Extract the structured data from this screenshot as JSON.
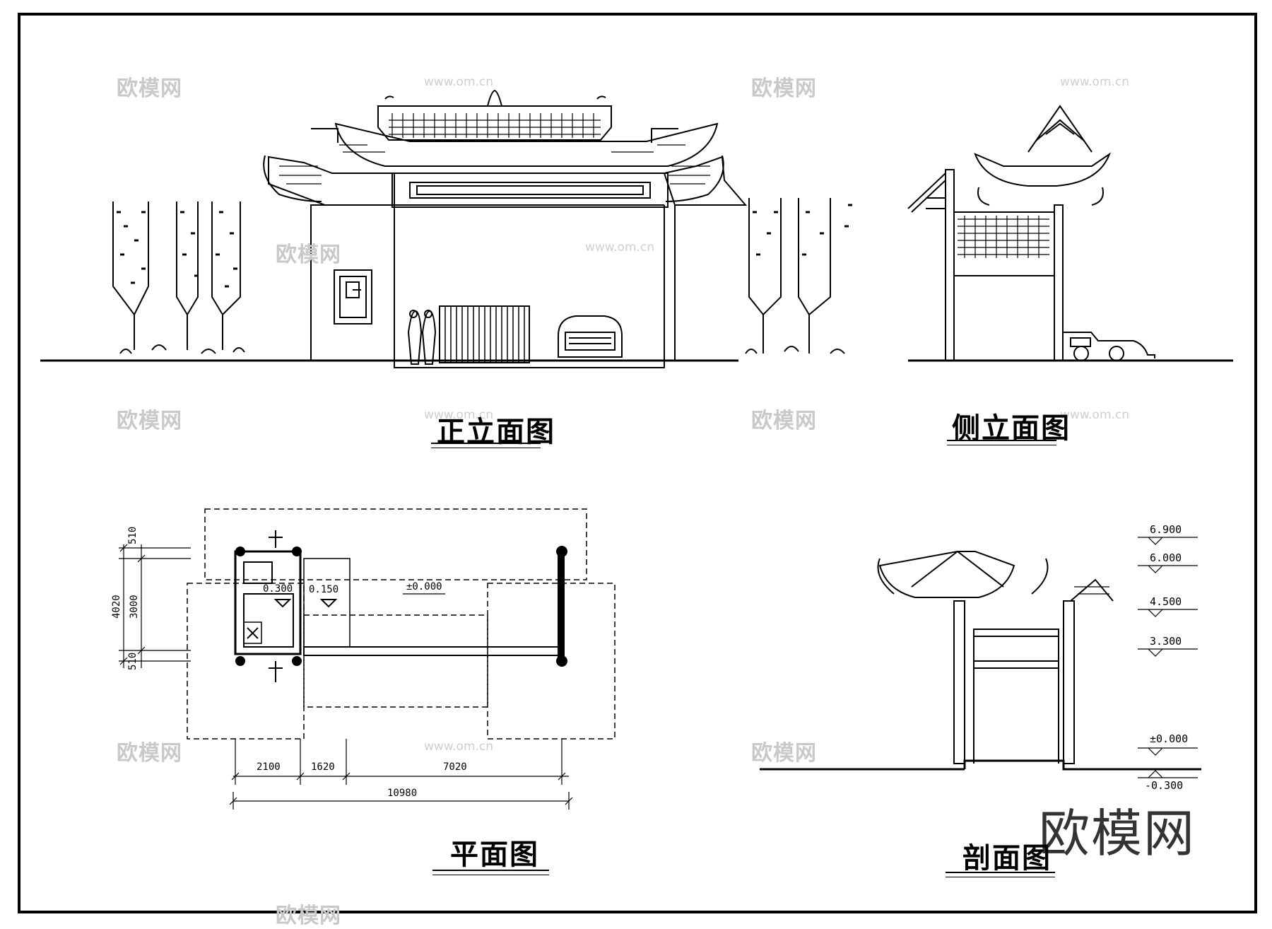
{
  "views": {
    "front_elevation_title": "正立面图",
    "side_elevation_title": "侧立面图",
    "plan_title": "平面图",
    "section_title": "剖面图"
  },
  "plan": {
    "level_main": "±0.000",
    "level_room": "0.300",
    "level_step": "0.150",
    "dims_bottom": [
      "2100",
      "1620",
      "7020"
    ],
    "dim_total": "10980",
    "dims_left": [
      "510",
      "3000",
      "510"
    ],
    "dim_left_total": "4020"
  },
  "section": {
    "levels": [
      "6.900",
      "6.000",
      "4.500",
      "3.300",
      "±0.000",
      "-0.300"
    ]
  },
  "watermark": {
    "brand": "欧模网",
    "url": "www.om.cn"
  }
}
